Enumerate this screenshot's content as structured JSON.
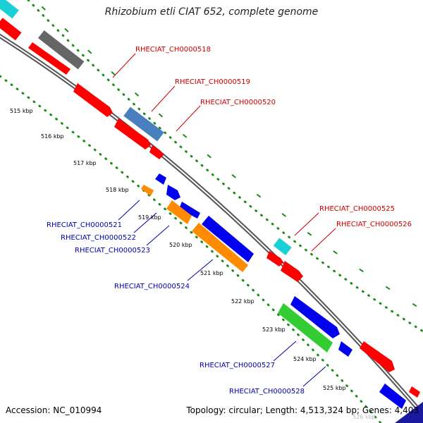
{
  "title": "Rhizobium etli CIAT 652, complete genome",
  "footer": {
    "accession": "Accession: NC_010994",
    "topology": "Topology: circular; Length: 4,513,324 bp; Genes: 4,403"
  },
  "colors": {
    "backbone": "#888888",
    "tick_dots": "#1a8c1a",
    "label_top": "#cc0000",
    "label_bottom": "#0000aa"
  },
  "ticks": [
    "515 kbp",
    "516 kbp",
    "517 kbp",
    "518 kbp",
    "519 kbp",
    "520 kbp",
    "521 kbp",
    "522 kbp",
    "523 kbp",
    "524 kbp",
    "525 kbp",
    "526 kbp"
  ],
  "gene_labels": {
    "RHECIAT_CH0000518": "RHECIAT_CH0000518",
    "RHECIAT_CH0000519": "RHECIAT_CH0000519",
    "RHECIAT_CH0000520": "RHECIAT_CH0000520",
    "RHECIAT_CH0000525": "RHECIAT_CH0000525",
    "RHECIAT_CH0000526": "RHECIAT_CH0000526",
    "RHECIAT_CH0000521": "RHECIAT_CH0000521",
    "RHECIAT_CH0000522": "RHECIAT_CH0000522",
    "RHECIAT_CH0000523": "RHECIAT_CH0000523",
    "RHECIAT_CH0000524": "RHECIAT_CH0000524",
    "RHECIAT_CH0000527": "RHECIAT_CH0000527",
    "RHECIAT_CH0000528": "RHECIAT_CH0000528"
  }
}
